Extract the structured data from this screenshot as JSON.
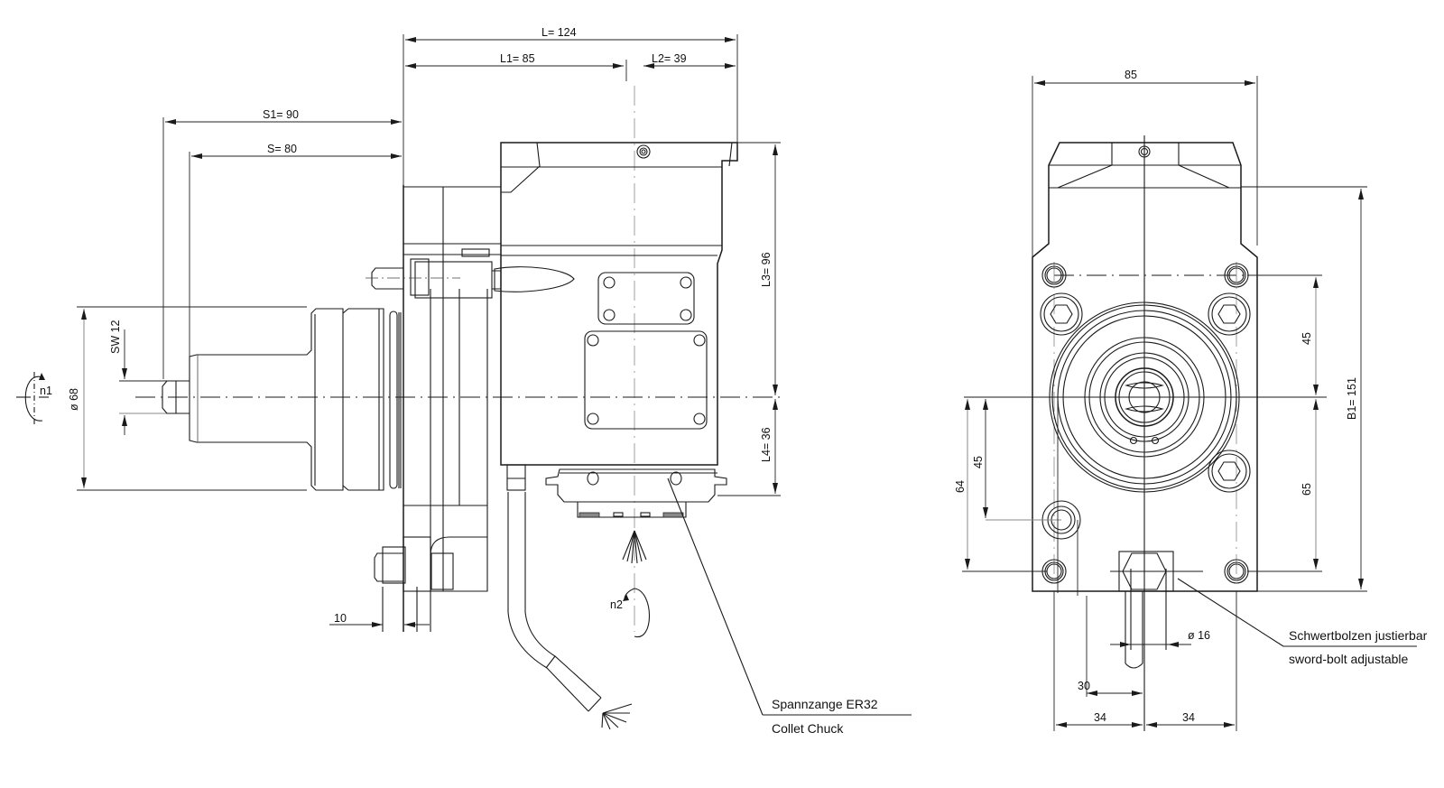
{
  "drawing": {
    "title": "Angle drive tool holder — technical drawing",
    "side_view": {
      "dimensions": {
        "L": "L= 124",
        "L1": "L1= 85",
        "L2": "L2= 39",
        "S1": "S1= 90",
        "S": "S= 80",
        "L3": "L3= 96",
        "L4": "L4= 36",
        "dia68": "ø 68",
        "SW": "SW 12",
        "d10": "10"
      },
      "rotation_labels": {
        "n1": "n1",
        "n2": "n2"
      },
      "callout": {
        "line1": "Spannzange ER32",
        "line2": "Collet Chuck"
      }
    },
    "front_view": {
      "dimensions": {
        "width": "85",
        "B1": "B1= 151",
        "upper45": "45",
        "lower65": "65",
        "left45": "45",
        "left64": "64",
        "dia16": "ø 16",
        "d30": "30",
        "d34_left": "34",
        "d34_right": "34"
      },
      "callout": {
        "line1": "Schwertbolzen justierbar",
        "line2": "sword-bolt adjustable"
      }
    },
    "colors": {
      "line": "#1a1a1a",
      "background": "#ffffff"
    }
  }
}
